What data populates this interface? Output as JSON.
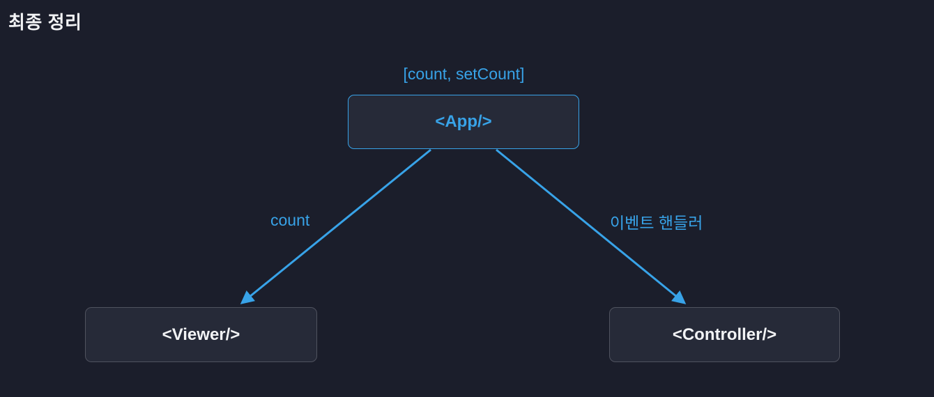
{
  "page": {
    "title": "최종 정리"
  },
  "diagram": {
    "state_label": "[count, setCount]",
    "nodes": {
      "app": {
        "label": "<App/>"
      },
      "viewer": {
        "label": "<Viewer/>"
      },
      "controller": {
        "label": "<Controller/>"
      }
    },
    "edges": [
      {
        "from": "app",
        "to": "viewer",
        "label": "count"
      },
      {
        "from": "app",
        "to": "controller",
        "label": "이벤트 핸들러"
      }
    ]
  },
  "colors": {
    "background": "#1b1e2b",
    "node_fill": "#262a38",
    "accent_blue": "#38a3e8",
    "neutral_border": "#50535f",
    "text_white": "#f2f3f5"
  }
}
